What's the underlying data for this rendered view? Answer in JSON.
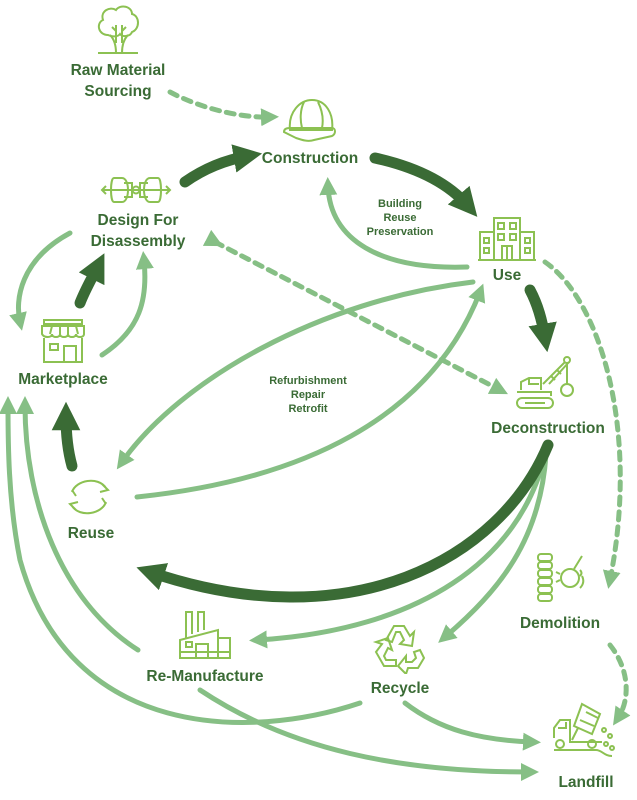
{
  "colors": {
    "dark_arrow": "#3a6b35",
    "light_arrow": "#86bf85",
    "icon": "#8cc152",
    "label": "#3a6b35"
  },
  "nodes": {
    "raw_material": {
      "label_line1": "Raw Material",
      "label_line2": "Sourcing",
      "icon": "tree-icon"
    },
    "construction": {
      "label": "Construction",
      "icon": "hard-hat-icon"
    },
    "design": {
      "label_line1": "Design For",
      "label_line2": "Disassembly",
      "icon": "disassembly-icon"
    },
    "use": {
      "label": "Use",
      "icon": "building-icon"
    },
    "marketplace": {
      "label": "Marketplace",
      "icon": "storefront-icon"
    },
    "deconstruction": {
      "label": "Deconstruction",
      "icon": "crane-wrecking-ball-icon"
    },
    "reuse": {
      "label": "Reuse",
      "icon": "cycle-arrows-icon"
    },
    "demolition": {
      "label": "Demolition",
      "icon": "demolition-icon"
    },
    "remanufacture": {
      "label": "Re-Manufacture",
      "icon": "factory-icon"
    },
    "recycle": {
      "label": "Recycle",
      "icon": "recycle-icon"
    },
    "landfill": {
      "label": "Landfill",
      "icon": "dump-truck-icon"
    }
  },
  "notes": {
    "building": [
      "Building",
      "Reuse",
      "Preservation"
    ],
    "refurb": [
      "Refurbishment",
      "Repair",
      "Retrofit"
    ]
  }
}
